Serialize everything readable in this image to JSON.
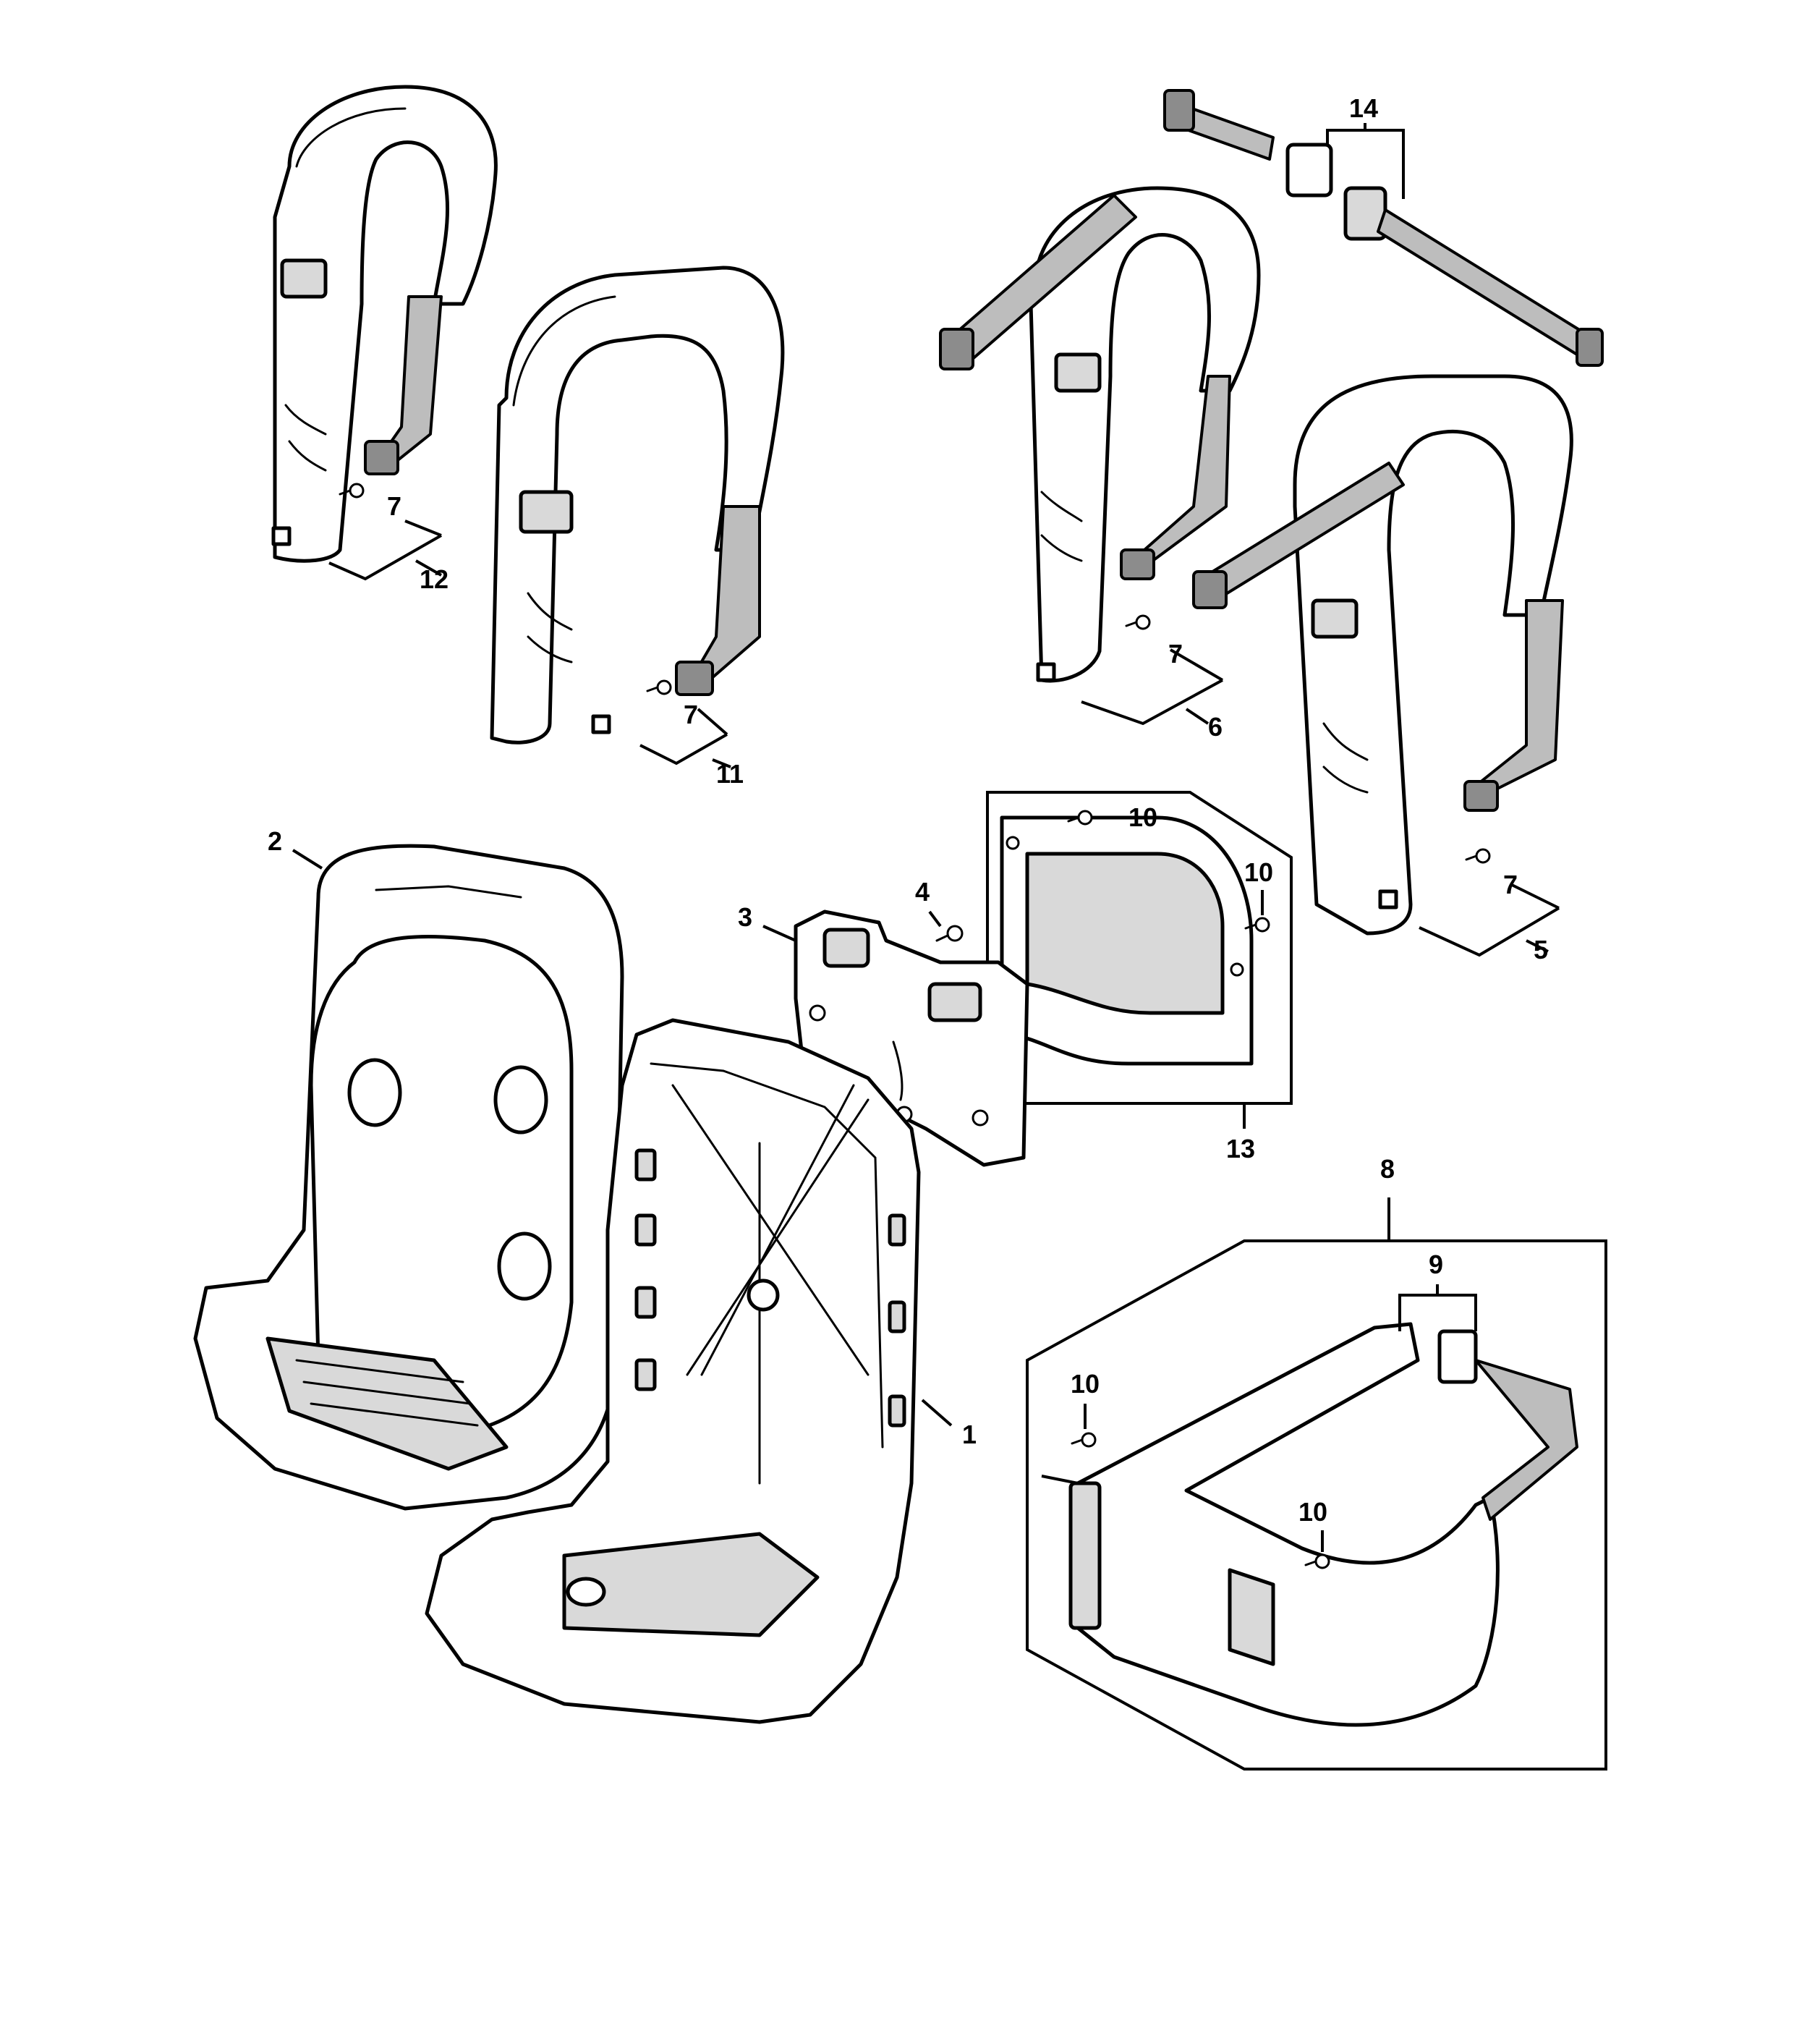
{
  "callouts": {
    "c1": "1",
    "c2": "2",
    "c3": "3",
    "c4": "4",
    "c5": "5",
    "c6": "6",
    "c7a": "7",
    "c7b": "7",
    "c7c": "7",
    "c7d": "7",
    "c8": "8",
    "c9": "9",
    "c10a": "10",
    "c10b": "10",
    "c10c": "10",
    "c10d": "10",
    "c11": "11",
    "c12": "12",
    "c13": "13",
    "c14": "14"
  }
}
